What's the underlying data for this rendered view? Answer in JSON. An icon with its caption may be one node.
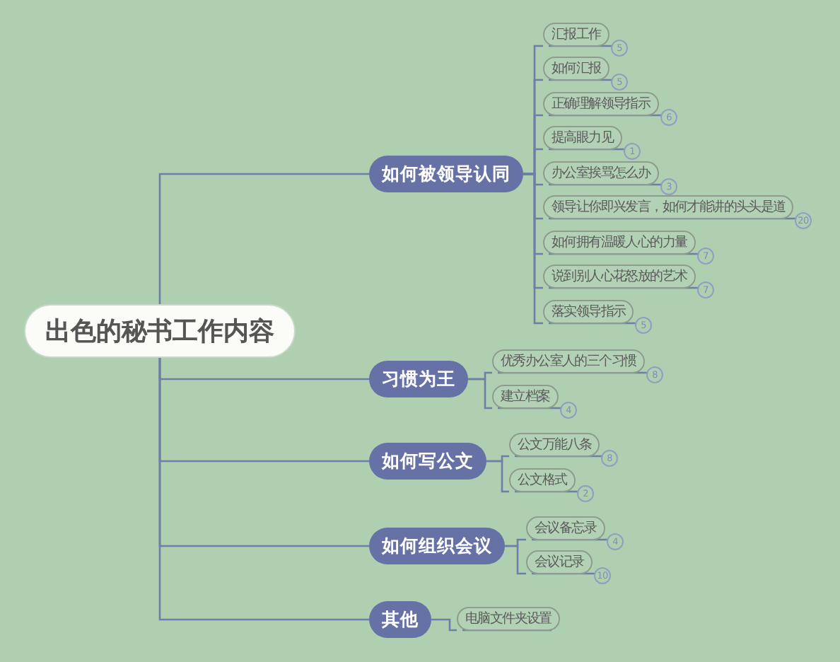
{
  "diagram": {
    "nodes": [
      {
        "text": [
          "出色的秘书工作内容"
        ]
      },
      {
        "text": [
          "如何被领导认同"
        ]
      },
      {
        "text": [
          "汇报工作"
        ],
        "beside": [
          "5"
        ]
      },
      {
        "text": [
          "如何汇报"
        ],
        "beside": [
          "5"
        ]
      },
      {
        "text": [
          "正确理解领导指示"
        ],
        "beside": [
          "6"
        ]
      },
      {
        "text": [
          "提高眼力见"
        ],
        "beside": [
          "1"
        ]
      },
      {
        "text": [
          "办公室挨骂怎么办"
        ],
        "beside": [
          "3"
        ]
      },
      {
        "text": [
          "领导让你即兴发言，如何才能讲的头头是道"
        ],
        "beside": [
          "20"
        ]
      },
      {
        "text": [
          "如何拥有温暖人心的力量"
        ],
        "beside": [
          "7"
        ]
      },
      {
        "text": [
          "说到别人心花怒放的艺术"
        ],
        "beside": [
          "7"
        ]
      },
      {
        "text": [
          "落实领导指示"
        ],
        "beside": [
          "5"
        ]
      },
      {
        "text": [
          "习惯为王"
        ]
      },
      {
        "text": [
          "优秀办公室人的三个习惯"
        ],
        "beside": [
          "8"
        ]
      },
      {
        "text": [
          "建立档案"
        ],
        "beside": [
          "4"
        ]
      },
      {
        "text": [
          "如何写公文"
        ]
      },
      {
        "text": [
          "公文万能八条"
        ],
        "beside": [
          "8"
        ]
      },
      {
        "text": [
          "公文格式"
        ],
        "beside": [
          "2"
        ]
      },
      {
        "text": [
          "如何组织会议"
        ]
      },
      {
        "text": [
          "会议备忘录"
        ],
        "beside": [
          "4"
        ]
      },
      {
        "text": [
          "会议记录"
        ],
        "beside": [
          "10"
        ]
      },
      {
        "text": [
          "其他"
        ]
      },
      {
        "text": [
          "电脑文件夹设置"
        ]
      }
    ],
    "edges": [
      {
        "from": 0,
        "to": 1,
        "arrow": "none"
      },
      {
        "from": 1,
        "to": 2,
        "arrow": "none"
      },
      {
        "from": 1,
        "to": 3,
        "arrow": "none"
      },
      {
        "from": 1,
        "to": 4,
        "arrow": "none"
      },
      {
        "from": 1,
        "to": 5,
        "arrow": "none"
      },
      {
        "from": 1,
        "to": 6,
        "arrow": "none"
      },
      {
        "from": 1,
        "to": 7,
        "arrow": "none"
      },
      {
        "from": 1,
        "to": 8,
        "arrow": "none"
      },
      {
        "from": 1,
        "to": 9,
        "arrow": "none"
      },
      {
        "from": 1,
        "to": 10,
        "arrow": "none"
      },
      {
        "from": 0,
        "to": 11,
        "arrow": "none"
      },
      {
        "from": 11,
        "to": 12,
        "arrow": "none"
      },
      {
        "from": 11,
        "to": 13,
        "arrow": "none"
      },
      {
        "from": 0,
        "to": 14,
        "arrow": "none"
      },
      {
        "from": 14,
        "to": 15,
        "arrow": "none"
      },
      {
        "from": 14,
        "to": 16,
        "arrow": "none"
      },
      {
        "from": 0,
        "to": 17,
        "arrow": "none"
      },
      {
        "from": 17,
        "to": 18,
        "arrow": "none"
      },
      {
        "from": 17,
        "to": 19,
        "arrow": "none"
      },
      {
        "from": 0,
        "to": 20,
        "arrow": "none"
      },
      {
        "from": 20,
        "to": 21,
        "arrow": "none"
      }
    ]
  }
}
